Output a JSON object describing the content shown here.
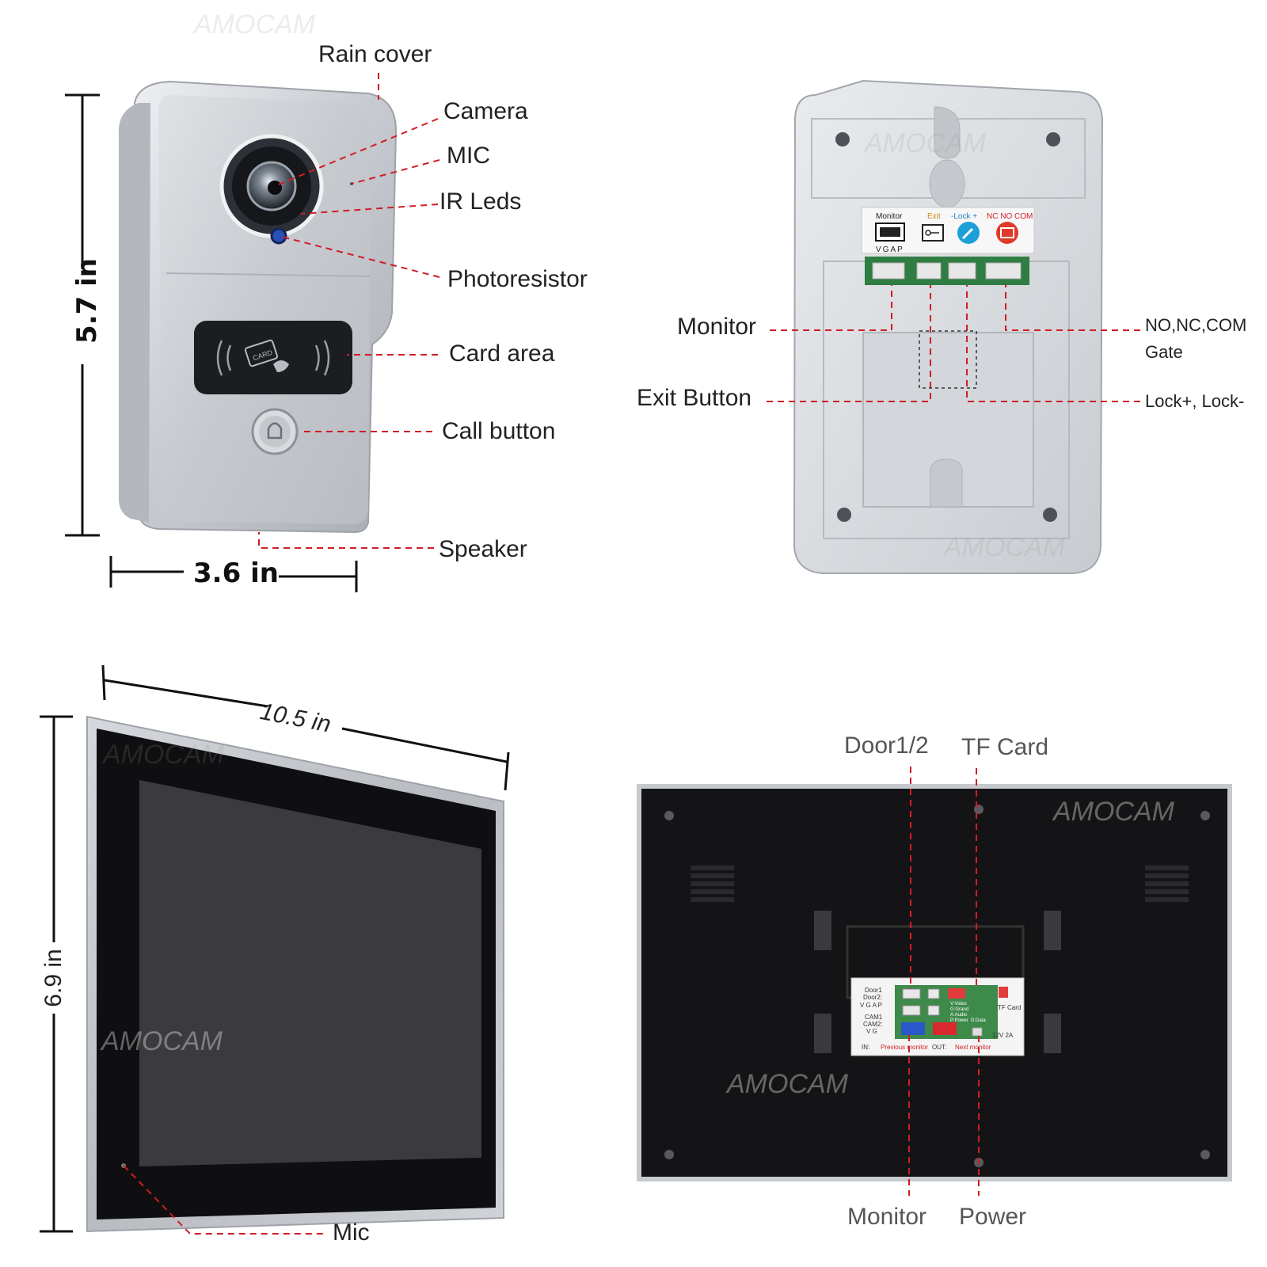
{
  "watermark": "AMOCAM",
  "doorbell_front": {
    "labels": {
      "rain_cover": "Rain cover",
      "camera": "Camera",
      "mic": "MIC",
      "ir_leds": "IR Leds",
      "photoresistor": "Photoresistor",
      "card_area": "Card area",
      "call_button": "Call button",
      "speaker": "Speaker"
    },
    "card_text": "CARD",
    "height": "5.7 in",
    "width": "3.6 in"
  },
  "doorbell_back": {
    "terminal_labels": {
      "monitor": "Monitor",
      "vgap": "VGAP",
      "exit": "Exit",
      "lock": "-Lock +",
      "nc_no_com": "NC NO COM"
    },
    "labels": {
      "monitor": "Monitor",
      "exit_button": "Exit Button",
      "no_nc_com": "NO,NC,COM",
      "gate": "Gate",
      "lock": "Lock+, Lock-"
    }
  },
  "monitor_front": {
    "width": "10.5 in",
    "height": "6.9 in",
    "mic_label": "Mic"
  },
  "monitor_back": {
    "labels": {
      "door": "Door1/2",
      "tf_card": "TF Card",
      "monitor": "Monitor",
      "power": "Power"
    },
    "panel": {
      "door1": "Door1",
      "door2": "Door2:",
      "vgap": "V G A P",
      "cam1": "CAM1",
      "cam2": "CAM2:",
      "vg": "V  G",
      "v_video": "V:Video",
      "g_grand": "G:Grand",
      "a_audio": "A:Audio",
      "p_power": "P:Power",
      "d_data": "D:Data",
      "tf_card": "TF Card",
      "power_spec": "12V 2A",
      "in_label": "IN:",
      "previous_monitor": "Previous monitor",
      "out_label": "OUT:",
      "next_monitor": "Next monitor"
    }
  },
  "colors": {
    "leader": "#d01d26",
    "dim_line": "#111111"
  }
}
